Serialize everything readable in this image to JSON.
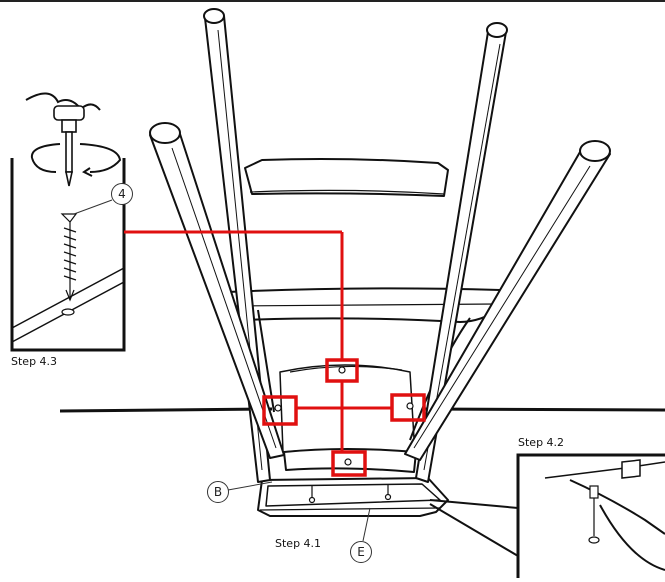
{
  "steps": {
    "step_4_1": "Step 4.1",
    "step_4_2": "Step 4.2",
    "step_4_3": "Step 4.3"
  },
  "callouts": {
    "part_b": "B",
    "part_e": "E",
    "screw_4": "4"
  },
  "colors": {
    "line": "#111111",
    "highlight": "#e01010",
    "background": "#ffffff"
  }
}
